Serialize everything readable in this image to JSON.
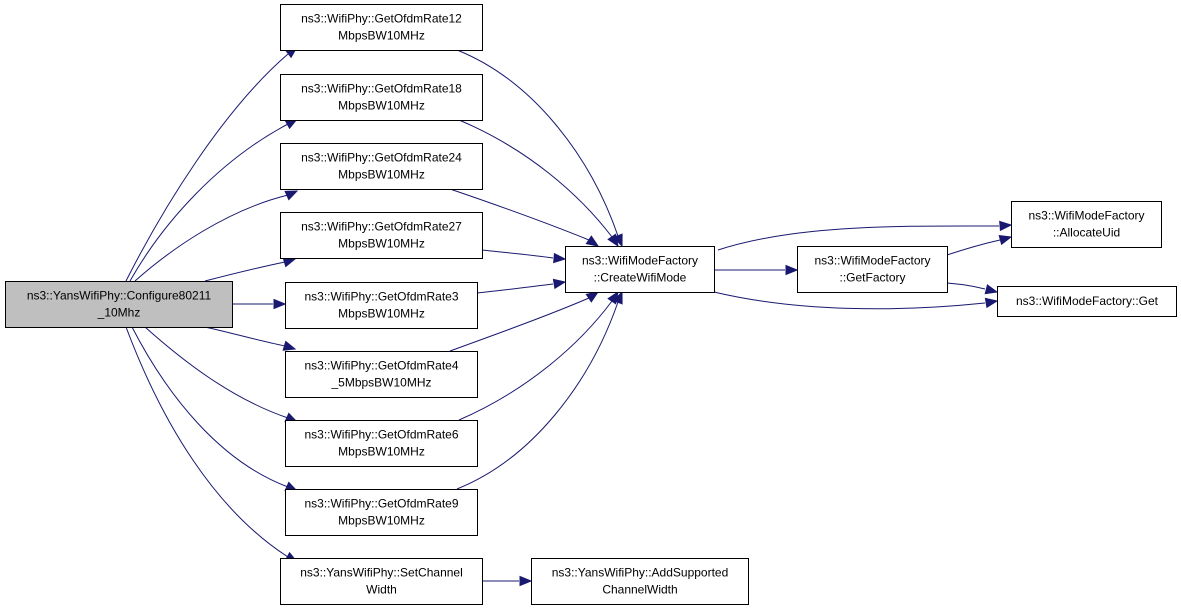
{
  "nodes": [
    {
      "id": "configure",
      "lines": [
        "ns3::YansWifiPhy::Configure80211",
        "_10Mhz"
      ],
      "root": true
    },
    {
      "id": "rate12",
      "lines": [
        "ns3::WifiPhy::GetOfdmRate12",
        "MbpsBW10MHz"
      ]
    },
    {
      "id": "rate18",
      "lines": [
        "ns3::WifiPhy::GetOfdmRate18",
        "MbpsBW10MHz"
      ]
    },
    {
      "id": "rate24",
      "lines": [
        "ns3::WifiPhy::GetOfdmRate24",
        "MbpsBW10MHz"
      ]
    },
    {
      "id": "rate27",
      "lines": [
        "ns3::WifiPhy::GetOfdmRate27",
        "MbpsBW10MHz"
      ]
    },
    {
      "id": "rate3",
      "lines": [
        "ns3::WifiPhy::GetOfdmRate3",
        "MbpsBW10MHz"
      ]
    },
    {
      "id": "rate4_5",
      "lines": [
        "ns3::WifiPhy::GetOfdmRate4",
        "_5MbpsBW10MHz"
      ]
    },
    {
      "id": "rate6",
      "lines": [
        "ns3::WifiPhy::GetOfdmRate6",
        "MbpsBW10MHz"
      ]
    },
    {
      "id": "rate9",
      "lines": [
        "ns3::WifiPhy::GetOfdmRate9",
        "MbpsBW10MHz"
      ]
    },
    {
      "id": "setchannel",
      "lines": [
        "ns3::YansWifiPhy::SetChannel",
        "Width"
      ]
    },
    {
      "id": "addsupported",
      "lines": [
        "ns3::YansWifiPhy::AddSupported",
        "ChannelWidth"
      ]
    },
    {
      "id": "createwifimode",
      "lines": [
        "ns3::WifiModeFactory",
        "::CreateWifiMode"
      ]
    },
    {
      "id": "getfactory",
      "lines": [
        "ns3::WifiModeFactory",
        "::GetFactory"
      ]
    },
    {
      "id": "allocateuid",
      "lines": [
        "ns3::WifiModeFactory",
        "::AllocateUid"
      ]
    },
    {
      "id": "get",
      "lines": [
        "ns3::WifiModeFactory::Get"
      ]
    }
  ],
  "edges": [
    {
      "from": "configure",
      "to": "rate12"
    },
    {
      "from": "configure",
      "to": "rate18"
    },
    {
      "from": "configure",
      "to": "rate24"
    },
    {
      "from": "configure",
      "to": "rate27"
    },
    {
      "from": "configure",
      "to": "rate3"
    },
    {
      "from": "configure",
      "to": "rate4_5"
    },
    {
      "from": "configure",
      "to": "rate6"
    },
    {
      "from": "configure",
      "to": "rate9"
    },
    {
      "from": "configure",
      "to": "setchannel"
    },
    {
      "from": "rate12",
      "to": "createwifimode"
    },
    {
      "from": "rate18",
      "to": "createwifimode"
    },
    {
      "from": "rate24",
      "to": "createwifimode"
    },
    {
      "from": "rate27",
      "to": "createwifimode"
    },
    {
      "from": "rate3",
      "to": "createwifimode"
    },
    {
      "from": "rate4_5",
      "to": "createwifimode"
    },
    {
      "from": "rate6",
      "to": "createwifimode"
    },
    {
      "from": "rate9",
      "to": "createwifimode"
    },
    {
      "from": "setchannel",
      "to": "addsupported"
    },
    {
      "from": "createwifimode",
      "to": "allocateuid"
    },
    {
      "from": "createwifimode",
      "to": "getfactory"
    },
    {
      "from": "createwifimode",
      "to": "get"
    },
    {
      "from": "getfactory",
      "to": "allocateuid"
    },
    {
      "from": "getfactory",
      "to": "get"
    }
  ],
  "colors": {
    "edge": "#191970",
    "root_fill": "#bfbfbf",
    "node_fill": "#ffffff",
    "node_border": "#000000"
  }
}
